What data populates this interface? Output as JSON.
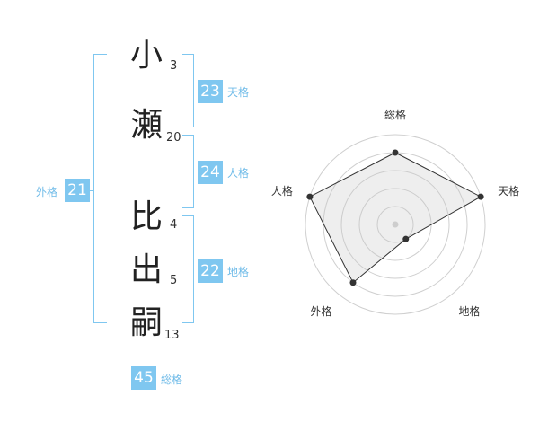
{
  "name": {
    "chars": [
      {
        "char": "小",
        "strokes": "3"
      },
      {
        "char": "瀬",
        "strokes": "20"
      },
      {
        "char": "比",
        "strokes": "4"
      },
      {
        "char": "出",
        "strokes": "5"
      },
      {
        "char": "嗣",
        "strokes": "13"
      }
    ]
  },
  "fortunes": {
    "tenkaku": {
      "value": "23",
      "label": "天格"
    },
    "jinkaku": {
      "value": "24",
      "label": "人格"
    },
    "chikaku": {
      "value": "22",
      "label": "地格"
    },
    "gaikaku": {
      "value": "21",
      "label": "外格"
    },
    "soukaku": {
      "value": "45",
      "label": "総格"
    }
  },
  "chart_data": {
    "type": "radar",
    "axes": [
      "総格",
      "天格",
      "地格",
      "外格",
      "人格"
    ],
    "values": [
      4,
      5,
      1,
      4,
      5
    ],
    "range": [
      0,
      5
    ],
    "grid": true
  },
  "colors": {
    "accent": "#7fc7f0",
    "label": "#6fbbe8"
  }
}
